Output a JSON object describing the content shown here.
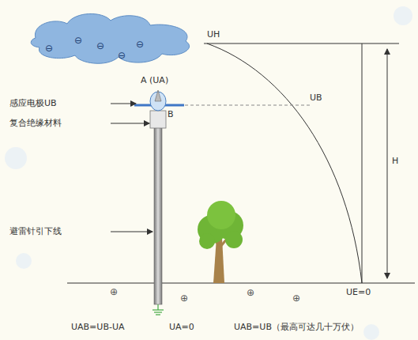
{
  "diagram": {
    "labels": [
      "⊖",
      "⊖",
      "⊖",
      "⊖",
      "⊖",
      "UH",
      "A (UA)",
      "UB",
      "B",
      "感应电极UB",
      "复合绝缘材料",
      "避雷针引下线",
      "H",
      "UE=0",
      "⊕",
      "⊕",
      "⊕",
      "⊕",
      "UAB=UB-UA",
      "UA=0",
      "UAB=UB（最高可达几十万伏）"
    ]
  }
}
